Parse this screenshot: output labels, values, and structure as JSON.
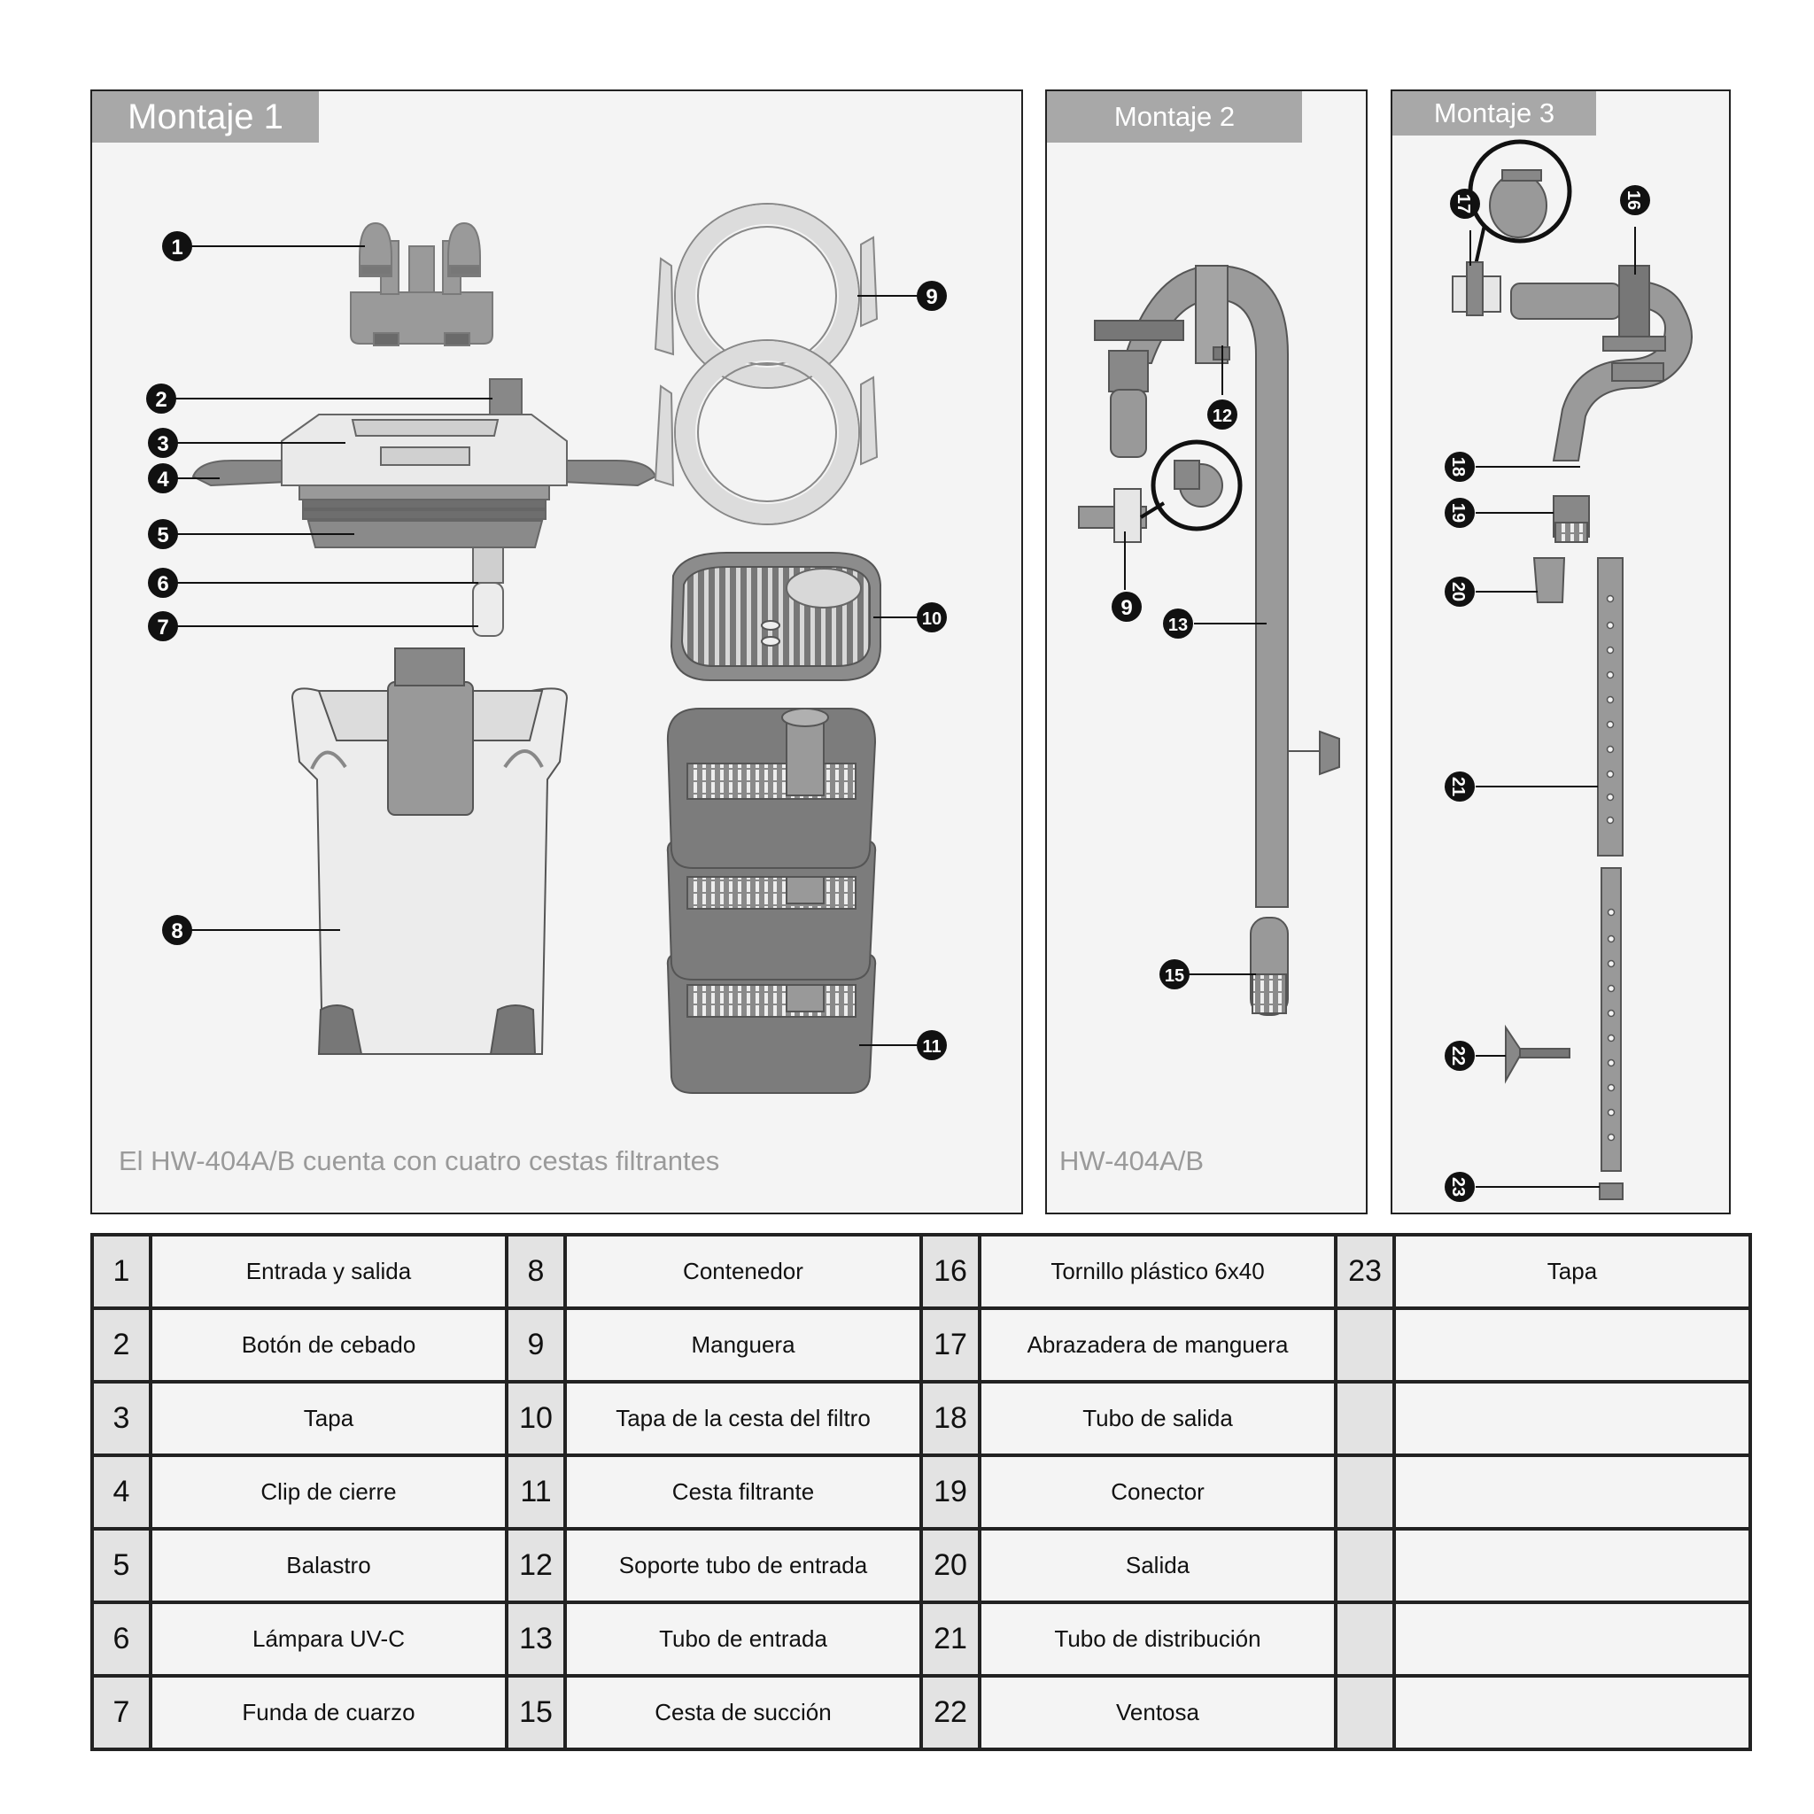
{
  "panels": {
    "montaje1": {
      "title": "Montaje 1",
      "caption": "El HW-404A/B cuenta con cuatro cestas filtrantes"
    },
    "montaje2": {
      "title": "Montaje 2",
      "caption": "HW-404A/B"
    },
    "montaje3": {
      "title": "Montaje 3"
    }
  },
  "callouts": {
    "c1": "1",
    "c2": "2",
    "c3": "3",
    "c4": "4",
    "c5": "5",
    "c6": "6",
    "c7": "7",
    "c8": "8",
    "c9": "9",
    "c10": "10",
    "c11": "11",
    "c9b": "9",
    "c12": "12",
    "c13": "13",
    "c15": "15",
    "c16": "16",
    "c17": "17",
    "c18": "18",
    "c19": "19",
    "c20": "20",
    "c21": "21",
    "c22": "22",
    "c23": "23"
  },
  "parts_table": [
    [
      {
        "num": "1",
        "name": "Entrada y salida"
      },
      {
        "num": "8",
        "name": "Contenedor"
      },
      {
        "num": "16",
        "name": "Tornillo plástico 6x40"
      },
      {
        "num": "23",
        "name": "Tapa"
      }
    ],
    [
      {
        "num": "2",
        "name": "Botón de cebado"
      },
      {
        "num": "9",
        "name": "Manguera"
      },
      {
        "num": "17",
        "name": "Abrazadera de manguera"
      },
      {
        "num": "",
        "name": ""
      }
    ],
    [
      {
        "num": "3",
        "name": "Tapa"
      },
      {
        "num": "10",
        "name": "Tapa de la cesta del filtro"
      },
      {
        "num": "18",
        "name": "Tubo de salida"
      },
      {
        "num": "",
        "name": ""
      }
    ],
    [
      {
        "num": "4",
        "name": "Clip de cierre"
      },
      {
        "num": "11",
        "name": "Cesta filtrante"
      },
      {
        "num": "19",
        "name": "Conector"
      },
      {
        "num": "",
        "name": ""
      }
    ],
    [
      {
        "num": "5",
        "name": "Balastro"
      },
      {
        "num": "12",
        "name": "Soporte tubo de entrada"
      },
      {
        "num": "20",
        "name": "Salida"
      },
      {
        "num": "",
        "name": ""
      }
    ],
    [
      {
        "num": "6",
        "name": "Lámpara UV-C"
      },
      {
        "num": "13",
        "name": "Tubo de entrada"
      },
      {
        "num": "21",
        "name": "Tubo de distribución"
      },
      {
        "num": "",
        "name": ""
      }
    ],
    [
      {
        "num": "7",
        "name": "Funda de cuarzo"
      },
      {
        "num": "15",
        "name": "Cesta de succión"
      },
      {
        "num": "22",
        "name": "Ventosa"
      },
      {
        "num": "",
        "name": ""
      }
    ]
  ]
}
